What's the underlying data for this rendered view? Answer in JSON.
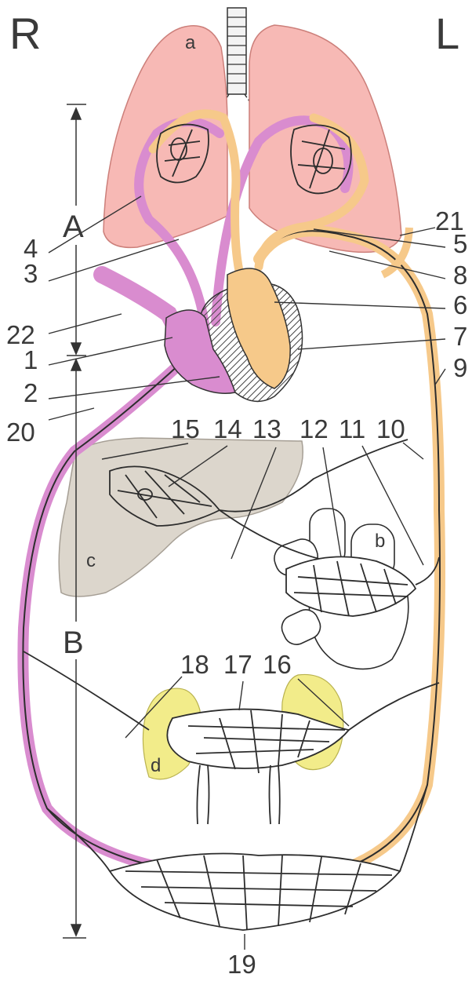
{
  "side_labels": {
    "right": "R",
    "left": "L"
  },
  "section_labels": {
    "upper": "A",
    "lower": "B"
  },
  "organ_labels": {
    "lungs": "a",
    "intestine": "b",
    "liver": "c",
    "kidneys": "d"
  },
  "numbers": [
    "1",
    "2",
    "3",
    "4",
    "5",
    "6",
    "7",
    "8",
    "9",
    "10",
    "11",
    "12",
    "13",
    "14",
    "15",
    "16",
    "17",
    "18",
    "19",
    "20",
    "21",
    "22"
  ],
  "colors": {
    "deoxygenated": "#d98ccf",
    "oxygenated": "#f6c98a",
    "lung": "#f7b9b5",
    "liver": "#dcd6cc",
    "kidney": "#f2ec8a",
    "heart_wall": "#555555"
  }
}
